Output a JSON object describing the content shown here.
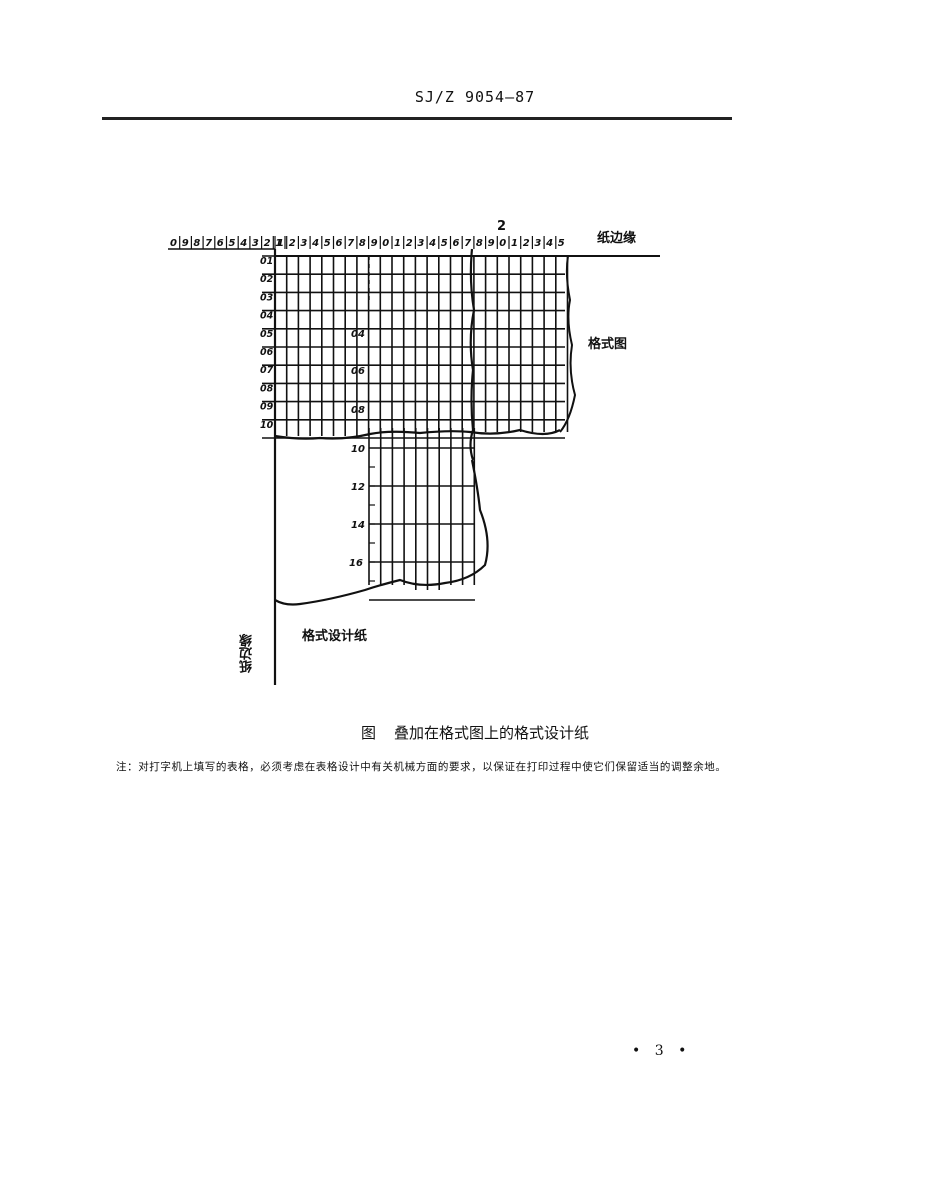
{
  "header": {
    "standard_code": "SJ/Z 9054—87"
  },
  "figure": {
    "top_scale_left": [
      "0",
      "9",
      "8",
      "7",
      "6",
      "5",
      "4",
      "3",
      "2",
      "1"
    ],
    "top_scale_right": [
      "1",
      "2",
      "3",
      "4",
      "5",
      "6",
      "7",
      "8",
      "9",
      "0",
      "1",
      "2",
      "3",
      "4",
      "5",
      "6",
      "7",
      "8",
      "9",
      "0",
      "1",
      "2",
      "3",
      "4",
      "5"
    ],
    "top_marker": "2",
    "row_labels_outer": [
      "01",
      "02",
      "03",
      "04",
      "05",
      "06",
      "07",
      "08",
      "09",
      "10"
    ],
    "row_labels_inner": [
      "04",
      "06",
      "08",
      "10",
      "12",
      "14",
      "16"
    ],
    "labels": {
      "paper_edge_top": "纸边缘",
      "format_figure": "格式图",
      "format_design_paper": "格式设计纸",
      "paper_edge_left": "纸边缘"
    }
  },
  "caption": {
    "figure_prefix": "图",
    "title": "叠加在格式图上的格式设计纸"
  },
  "note": {
    "text": "注：对打字机上填写的表格，必须考虑在表格设计中有关机械方面的要求，以保证在打印过程中使它们保留适当的调整余地。"
  },
  "page": {
    "number": "• 3 •"
  }
}
